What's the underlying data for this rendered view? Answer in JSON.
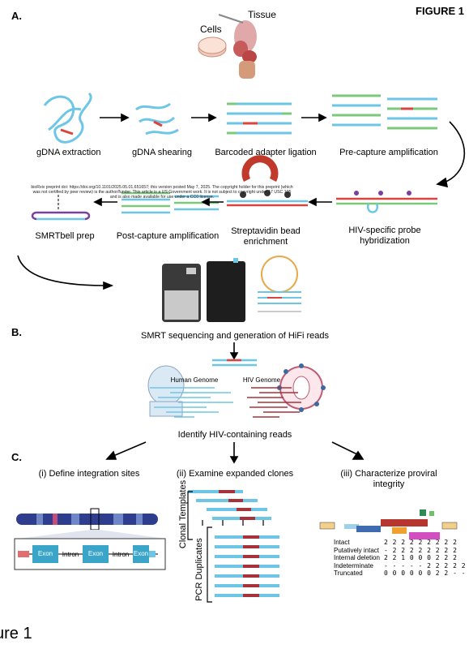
{
  "figure_label": "FIGURE 1",
  "panel_a": {
    "label": "A.",
    "source_labels": {
      "cells": "Cells",
      "tissue": "Tissue"
    },
    "steps": [
      "gDNA extraction",
      "gDNA shearing",
      "Barcoded adapter ligation",
      "Pre-capture amplification",
      "HIV-specific probe hybridization",
      "Streptavidin bead enrichment",
      "Post-capture amplification",
      "SMRTbell prep"
    ],
    "preprint_notice_line1": "bioRxiv preprint doi: https://doi.org/10.1101/2025.05.01.651657; this version posted May 7, 2025. The copyright holder for this preprint (which",
    "preprint_notice_line2": "was not certified by peer review) is the author/funder. This article is a US Government work. It is not subject to copyright under 17 USC 105",
    "preprint_notice_line3": "and is also made available for use under a CC0 license."
  },
  "panel_b": {
    "label": "B.",
    "title": "SMRT sequencing and generation of HiFi reads",
    "human_genome": "Human Genome",
    "hiv_genome": "HIV Genome",
    "identify": "Identify HIV-containing reads"
  },
  "panel_c": {
    "label": "C.",
    "sub1": "(i) Define integration sites",
    "sub2": "(ii) Examine expanded clones",
    "sub3": "(iii) Characterize proviral integrity",
    "clonal_templates": "Clonal Templates",
    "pcr_duplicates": "PCR Duplicates",
    "gene_parts": [
      "Exon",
      "Intron",
      "Exon",
      "Intron",
      "Exon"
    ],
    "integrity_rows": [
      {
        "label": "Intact",
        "values": "2 2 2 2 2 2 2 2 2"
      },
      {
        "label": "Putatively intact",
        "values": "- 2 2 2 2 2 2 2 2"
      },
      {
        "label": "Internal deletion",
        "values": "2 2 1 0 0 0 2 2 2"
      },
      {
        "label": "Indeterminate",
        "values": "- - - - - 2 2 2 2 2"
      },
      {
        "label": "Truncated",
        "values": "0 0 0 0 0 0 2 2 - -"
      }
    ]
  },
  "caption": "ure 1",
  "colors": {
    "dna_blue": "#6ec6e6",
    "dna_red": "#d9443f",
    "dna_green": "#7dc97b",
    "hiv_red": "#a8323a"
  }
}
